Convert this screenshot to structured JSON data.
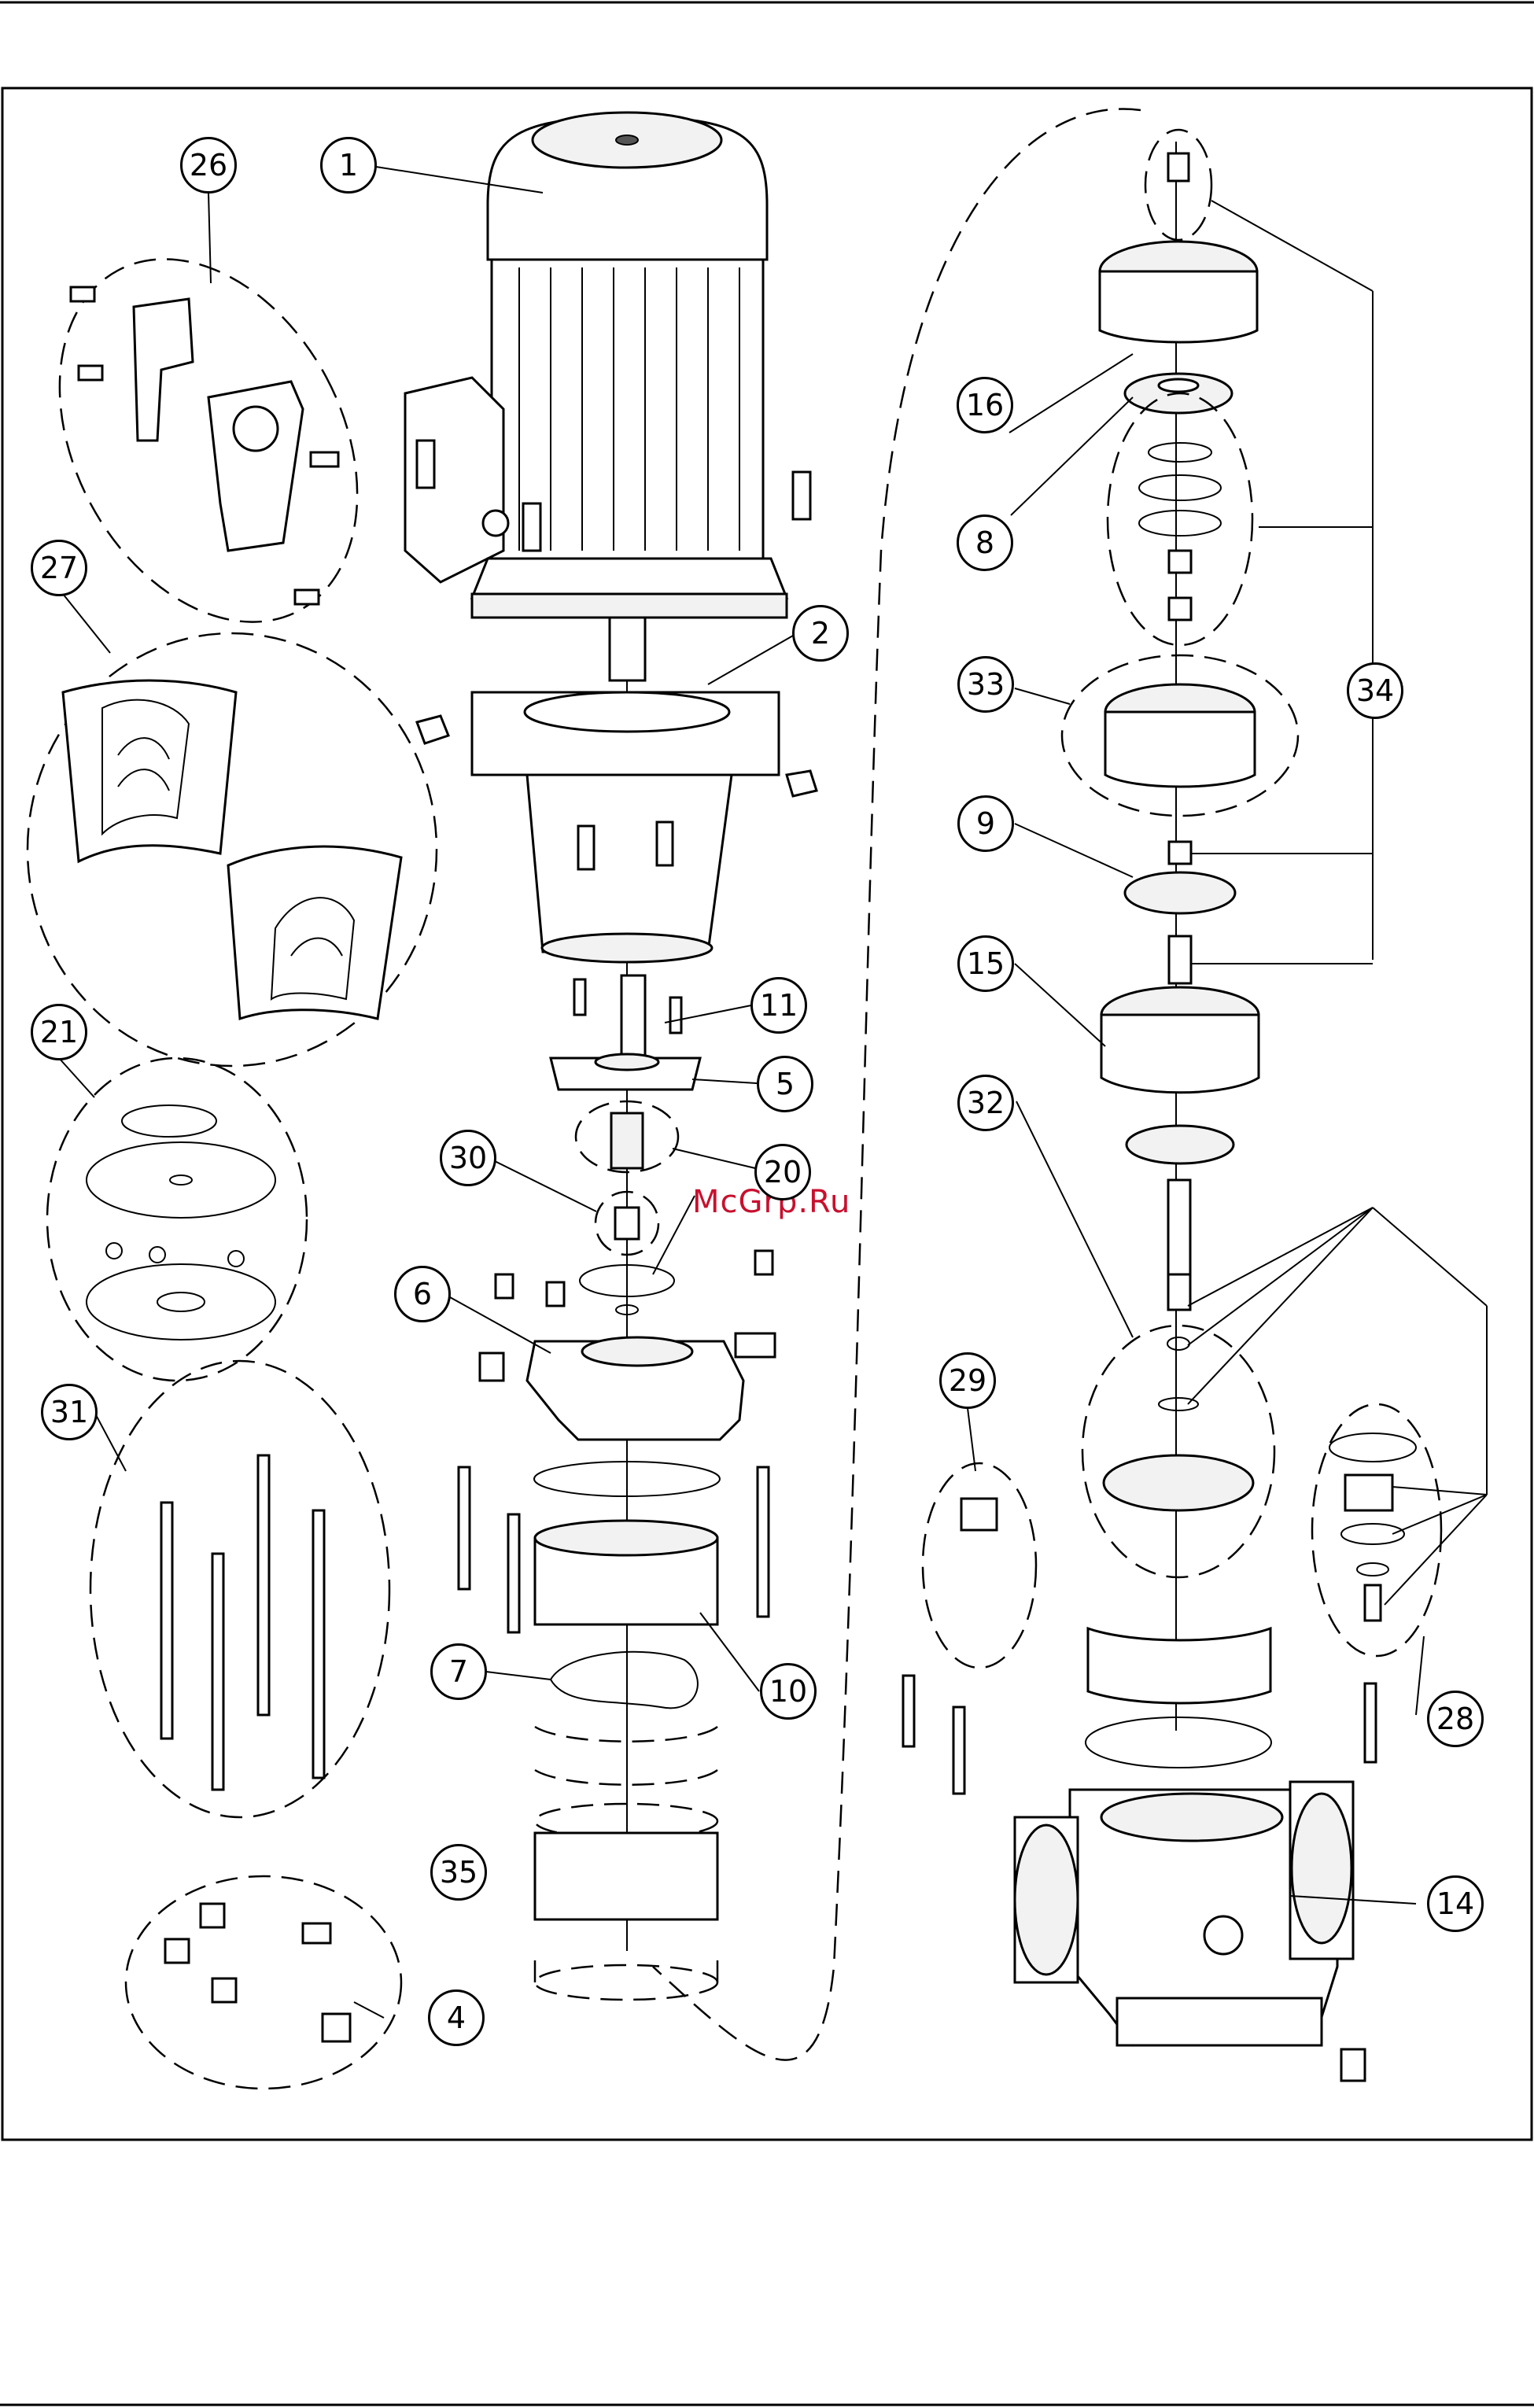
{
  "watermark": "McGrp.Ru",
  "colors": {
    "line": "#000000",
    "watermark": "#c8102e",
    "background": "#ffffff"
  },
  "callouts": [
    {
      "id": "1",
      "label": "1"
    },
    {
      "id": "2",
      "label": "2"
    },
    {
      "id": "4",
      "label": "4"
    },
    {
      "id": "5",
      "label": "5"
    },
    {
      "id": "6",
      "label": "6"
    },
    {
      "id": "7",
      "label": "7"
    },
    {
      "id": "8",
      "label": "8"
    },
    {
      "id": "9",
      "label": "9"
    },
    {
      "id": "10",
      "label": "10"
    },
    {
      "id": "11",
      "label": "11"
    },
    {
      "id": "14",
      "label": "14"
    },
    {
      "id": "15",
      "label": "15"
    },
    {
      "id": "16",
      "label": "16"
    },
    {
      "id": "20",
      "label": "20"
    },
    {
      "id": "21",
      "label": "21"
    },
    {
      "id": "26",
      "label": "26"
    },
    {
      "id": "27",
      "label": "27"
    },
    {
      "id": "28",
      "label": "28"
    },
    {
      "id": "29",
      "label": "29"
    },
    {
      "id": "30",
      "label": "30"
    },
    {
      "id": "31",
      "label": "31"
    },
    {
      "id": "32",
      "label": "32"
    },
    {
      "id": "33",
      "label": "33"
    },
    {
      "id": "34",
      "label": "34"
    },
    {
      "id": "35",
      "label": "35"
    }
  ]
}
